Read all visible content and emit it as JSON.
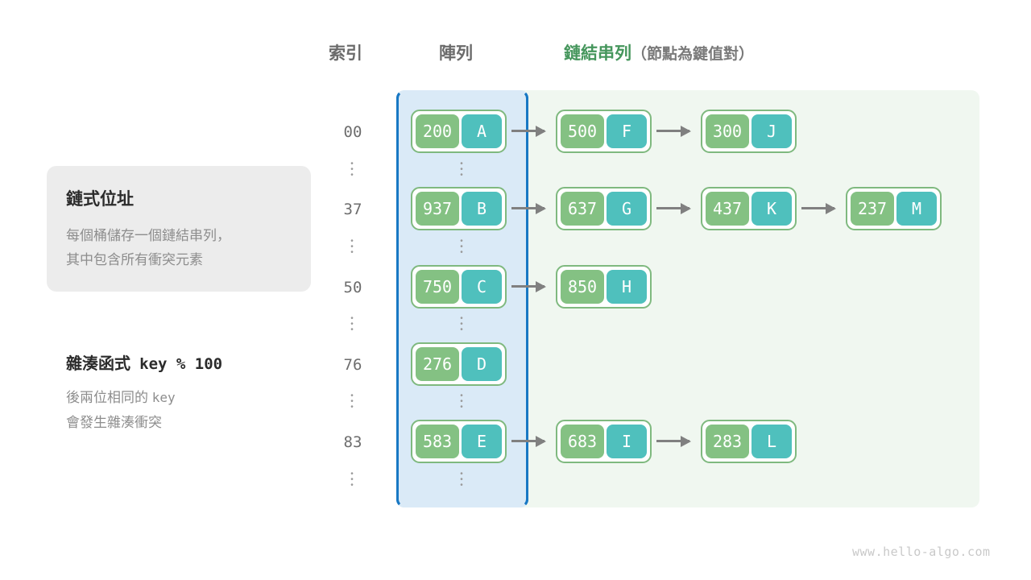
{
  "headers": {
    "index": "索引",
    "array": "陣列",
    "list_main": "鏈結串列",
    "list_sub": "（節點為鍵值對）"
  },
  "info_card": {
    "title": "鏈式位址",
    "description": "每個桶儲存一個鏈結串列，\n其中包含所有衝突元素"
  },
  "hash_note": {
    "title_label": "雜湊函式",
    "title_formula": "key % 100",
    "description_line1_prefix": "後兩位相同的 ",
    "description_line1_mono": "key",
    "description_line2": "會發生雜湊衝突"
  },
  "colors": {
    "key_box": "#84c183",
    "value_box": "#4fc0bd",
    "node_border": "#7fb97f",
    "array_panel": "#daeaf7",
    "array_border": "#1878c4",
    "list_panel": "#f0f7f0",
    "accent_green": "#45965c",
    "arrow": "#808080",
    "index_text": "#6d6d6d",
    "card_bg": "#ececec"
  },
  "ellipsis_glyph": "⋮",
  "buckets": [
    {
      "index": "00",
      "nodes": [
        {
          "key": "200",
          "value": "A"
        },
        {
          "key": "500",
          "value": "F"
        },
        {
          "key": "300",
          "value": "J"
        }
      ]
    },
    {
      "index": "37",
      "nodes": [
        {
          "key": "937",
          "value": "B"
        },
        {
          "key": "637",
          "value": "G"
        },
        {
          "key": "437",
          "value": "K"
        },
        {
          "key": "237",
          "value": "M"
        }
      ]
    },
    {
      "index": "50",
      "nodes": [
        {
          "key": "750",
          "value": "C"
        },
        {
          "key": "850",
          "value": "H"
        }
      ]
    },
    {
      "index": "76",
      "nodes": [
        {
          "key": "276",
          "value": "D"
        }
      ]
    },
    {
      "index": "83",
      "nodes": [
        {
          "key": "583",
          "value": "E"
        },
        {
          "key": "683",
          "value": "I"
        },
        {
          "key": "283",
          "value": "L"
        }
      ]
    }
  ],
  "watermark": "www.hello-algo.com"
}
